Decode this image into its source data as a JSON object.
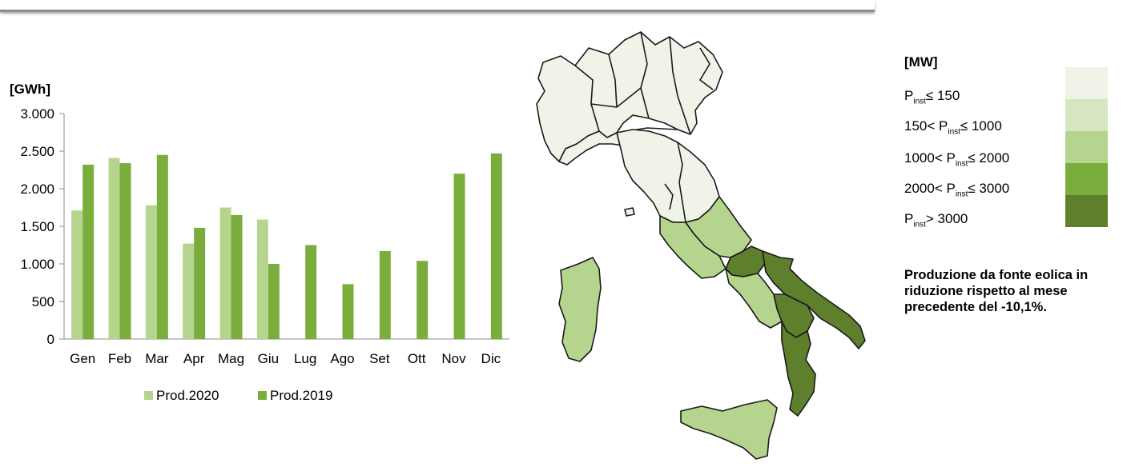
{
  "chart_data": {
    "type": "bar",
    "ylabel": "[GWh]",
    "categories": [
      "Gen",
      "Feb",
      "Mar",
      "Apr",
      "Mag",
      "Giu",
      "Lug",
      "Ago",
      "Set",
      "Ott",
      "Nov",
      "Dic"
    ],
    "ylim": [
      0,
      3000
    ],
    "yticks": [
      "0",
      "500",
      "1.000",
      "1.500",
      "2.000",
      "2.500",
      "3.000"
    ],
    "series": [
      {
        "name": "Prod.2020",
        "color": "#b5d48e",
        "values": [
          1710,
          2410,
          1780,
          1270,
          1750,
          1590,
          null,
          null,
          null,
          null,
          null,
          null
        ]
      },
      {
        "name": "Prod.2019",
        "color": "#7aad3c",
        "values": [
          2320,
          2340,
          2450,
          1480,
          1650,
          1000,
          1250,
          730,
          1170,
          1040,
          2200,
          2470
        ]
      }
    ],
    "grid": false,
    "legend_position": "bottom"
  },
  "map_legend": {
    "title": "[MW]",
    "items": [
      {
        "pre": "P",
        "sub": "inst",
        "post": "≤ 150",
        "color": "#f0f4e8"
      },
      {
        "pre": "150< P",
        "sub": "inst",
        "post": "≤ 1000",
        "color": "#d6e6c0"
      },
      {
        "pre": "1000< P",
        "sub": "inst",
        "post": "≤ 2000",
        "color": "#b5d48e"
      },
      {
        "pre": "2000< P",
        "sub": "inst",
        "post": "≤ 3000",
        "color": "#7aad3c"
      },
      {
        "pre": "P",
        "sub": "inst",
        "post": "> 3000",
        "color": "#5e7f2c"
      }
    ]
  },
  "note": "Produzione da fonte eolica in riduzione rispetto al mese precedente del -10,1%."
}
